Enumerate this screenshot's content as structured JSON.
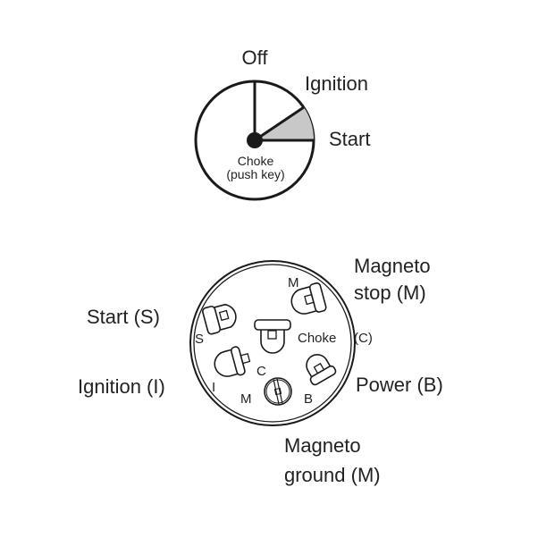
{
  "key_switch": {
    "positions": {
      "off": "Off",
      "ignition": "Ignition",
      "start": "Start",
      "choke_line1": "Choke",
      "choke_line2": "(push key)"
    },
    "colors": {
      "start_sector": "#c8c8c8",
      "line": "#1a1a1a"
    }
  },
  "terminal_block": {
    "callouts": {
      "start": "Start (S)",
      "ignition": "Ignition (I)",
      "magneto_stop_line1": "Magneto",
      "magneto_stop_line2": "stop (M)",
      "choke_word": "Choke",
      "choke_suffix": "(C)",
      "power": "Power (B)",
      "magneto_ground_line1": "Magneto",
      "magneto_ground_line2": "ground (M)"
    },
    "pin_letters": {
      "s": "S",
      "i": "I",
      "c": "C",
      "m_top": "M",
      "m_bottom": "M",
      "b": "B"
    }
  }
}
